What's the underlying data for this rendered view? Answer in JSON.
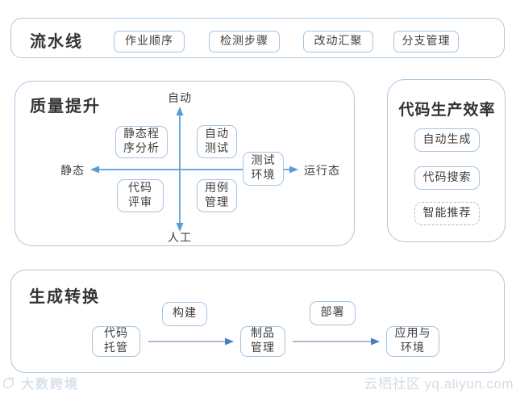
{
  "pipeline": {
    "title": "流水线",
    "items": [
      {
        "label": "作业顺序"
      },
      {
        "label": "检测步骤"
      },
      {
        "label": "改动汇聚"
      },
      {
        "label": "分支管理"
      }
    ]
  },
  "quality": {
    "title": "质量提升",
    "axis": {
      "top": "自动",
      "bottom": "人工",
      "left": "静态",
      "right": "运行态"
    },
    "nodes": {
      "static_analysis": "静态程\n序分析",
      "auto_test": "自动\n测试",
      "test_env": "测试\n环境",
      "code_review": "代码\n评审",
      "case_mgmt": "用例\n管理"
    }
  },
  "efficiency": {
    "title": "代码生产效率",
    "items": [
      {
        "label": "自动生成",
        "border": "solid"
      },
      {
        "label": "代码搜索",
        "border": "solid"
      },
      {
        "label": "智能推荐",
        "border": "dashed"
      }
    ]
  },
  "transform": {
    "title": "生成转换",
    "nodes": {
      "code_hosting": "代码\n托管",
      "build": "构建",
      "artifact": "制品\n管理",
      "deploy": "部署",
      "app_env": "应用与\n环境"
    }
  },
  "watermarks": {
    "left": "大数跨境",
    "right": "云栖社区 yq.aliyun.com"
  },
  "colors": {
    "container_border": "#adc6dd",
    "box_border": "#a5c4e0",
    "axis_arrow": "#5b9bd5",
    "flow_line": "#9fb0cc",
    "flow_head": "#4e7cbd",
    "text": "#3d3d3d",
    "watermark_left": "#d7e2ec",
    "watermark_right": "#d8dbde"
  }
}
